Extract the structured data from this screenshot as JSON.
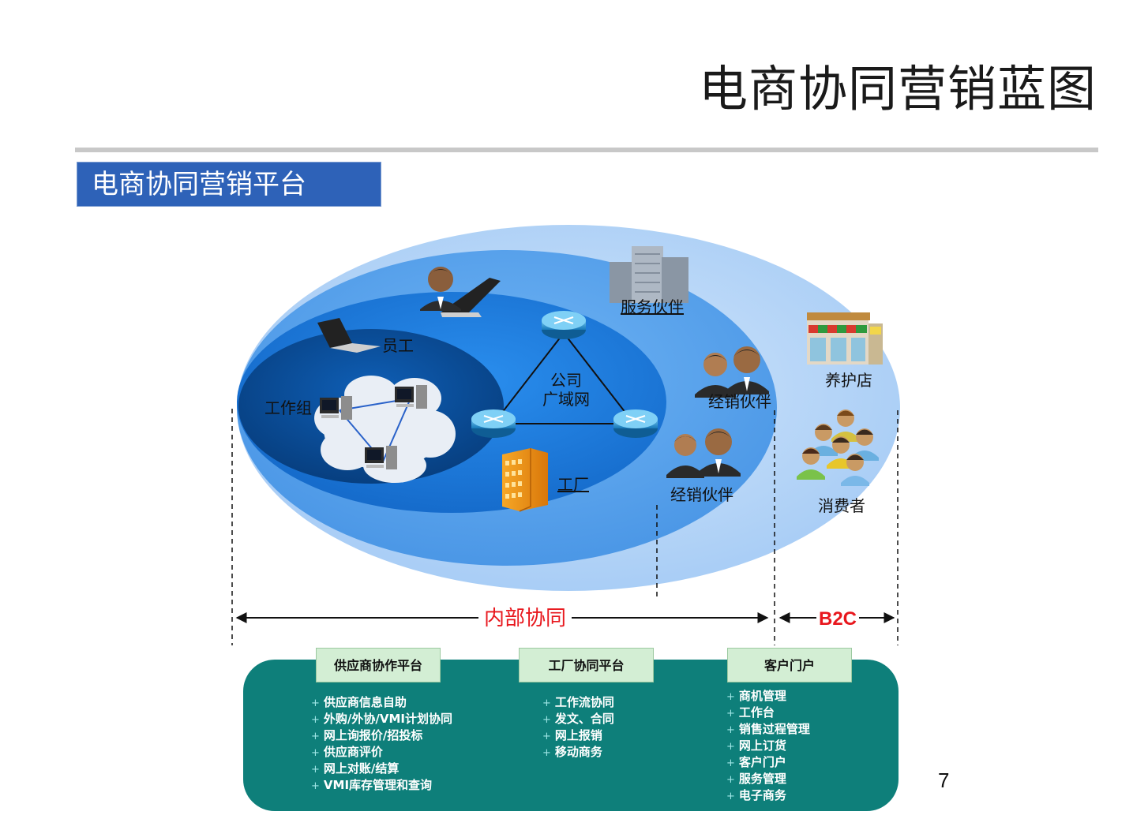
{
  "slide": {
    "title": "电商协同营销蓝图",
    "section_label": "电商协同营销平台",
    "page_number": "7"
  },
  "diagram": {
    "labels": {
      "employee": "员工",
      "workgroup": "工作组",
      "wan": "公司\n广域网",
      "wan_line1": "公司",
      "wan_line2": "广域网",
      "factory": "工厂",
      "service_partner": "服务伙伴",
      "dealer_partner_1": "经销伙伴",
      "dealer_partner_2": "经销伙伴",
      "maintenance_shop": "养护店",
      "consumer": "消费者"
    },
    "spans": {
      "internal": "内部协同",
      "b2c": "B2C"
    },
    "icons": [
      "laptop-icon",
      "person-icon",
      "router-icon",
      "server-icon",
      "building-icon",
      "factory-icon",
      "shop-icon",
      "people-group-icon"
    ]
  },
  "platforms": [
    {
      "title": "供应商协作平台",
      "items": [
        "供应商信息自助",
        "外购/外协/VMI计划协同",
        "网上询报价/招投标",
        "供应商评价",
        "网上对账/结算",
        "VMI库存管理和查询"
      ]
    },
    {
      "title": "工厂协同平台",
      "items": [
        "工作流协同",
        "发文、合同",
        "网上报销",
        "移动商务"
      ]
    },
    {
      "title": "客户门户",
      "items": [
        "商机管理",
        "工作台",
        "销售过程管理",
        "网上订货",
        "客户门户",
        "服务管理",
        "电子商务"
      ]
    }
  ],
  "colors": {
    "outer_ellipse": "#a9cdf7",
    "middle_ellipse": "#5ea8f0",
    "inner_ellipse": "#1a7be0",
    "core_ellipse": "#0a4f9e",
    "section_tag": "#2e62b8",
    "panel": "#0e7f7a",
    "span_text": "#e8171d"
  }
}
